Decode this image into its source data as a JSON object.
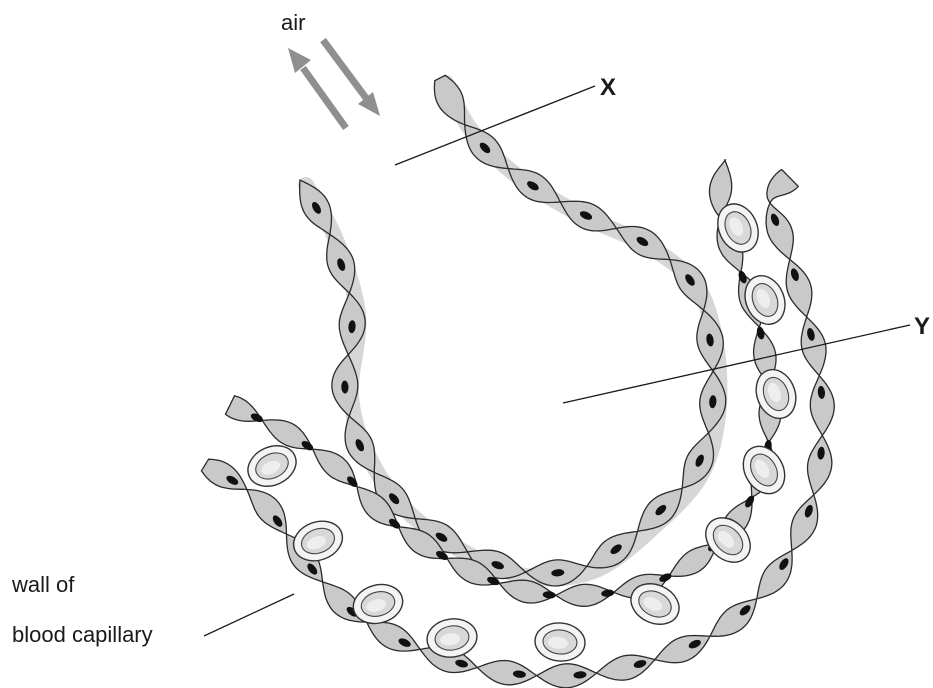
{
  "labels": {
    "air": "air",
    "x": "X",
    "y": "Y",
    "capillary_line1": "wall of",
    "capillary_line2": "blood capillary"
  },
  "colors": {
    "cell_fill": "#c9c9c9",
    "cell_outline": "#2b2b2b",
    "nucleus": "#111111",
    "arrow": "#8f8f8f",
    "shadow": "#d6d6d6"
  },
  "icons": {
    "air_in": "arrow-down-right-icon",
    "air_out": "arrow-up-left-icon"
  }
}
